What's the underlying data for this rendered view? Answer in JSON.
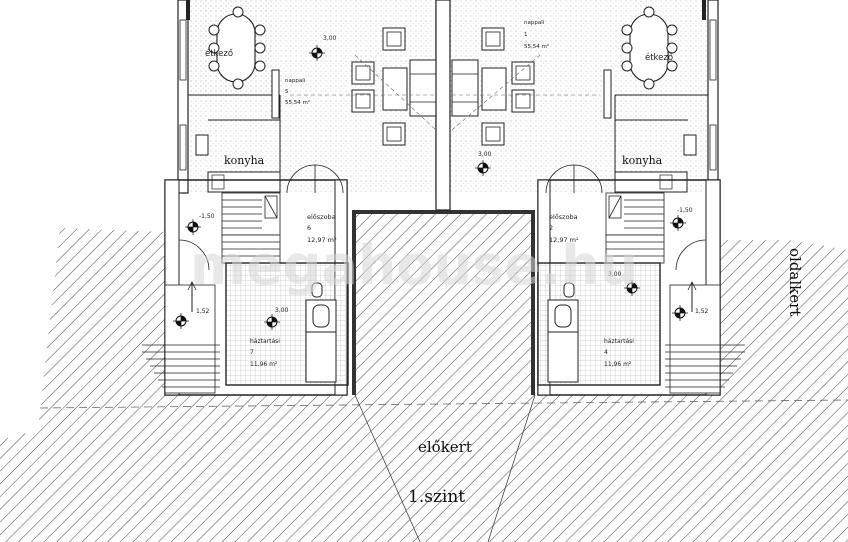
{
  "watermark": "megahouse.hu",
  "labels": {
    "front_garden": "előkert",
    "level": "1.szint",
    "side_garden": "oldalkert",
    "kitchen_left": "konyha",
    "kitchen_right": "konyha",
    "dining_left": "étkező",
    "dining_right": "étkező"
  },
  "rooms": {
    "living_left": {
      "name": "nappali",
      "number": "5",
      "area": "55,54 m²"
    },
    "living_right": {
      "name": "nappali",
      "number": "1",
      "area": "55,54 m²"
    },
    "hall_left": {
      "name": "előszoba",
      "number": "6",
      "area": "12,97 m²"
    },
    "hall_right": {
      "name": "előszoba",
      "number": "2",
      "area": "12,97 m²"
    },
    "utility_left": {
      "name": "háztartási",
      "number": "7",
      "area": "11,96 m²"
    },
    "utility_right": {
      "name": "háztartási",
      "number": "4",
      "area": "11,96 m²"
    }
  },
  "levels": {
    "living_left": "3,00",
    "living_right": "3,00",
    "hall_left": "-1,50",
    "hall_right": "-1,50",
    "utility_left": "3,00",
    "utility_right": "3,00",
    "stair_left": "1,52",
    "stair_right": "1,52"
  }
}
